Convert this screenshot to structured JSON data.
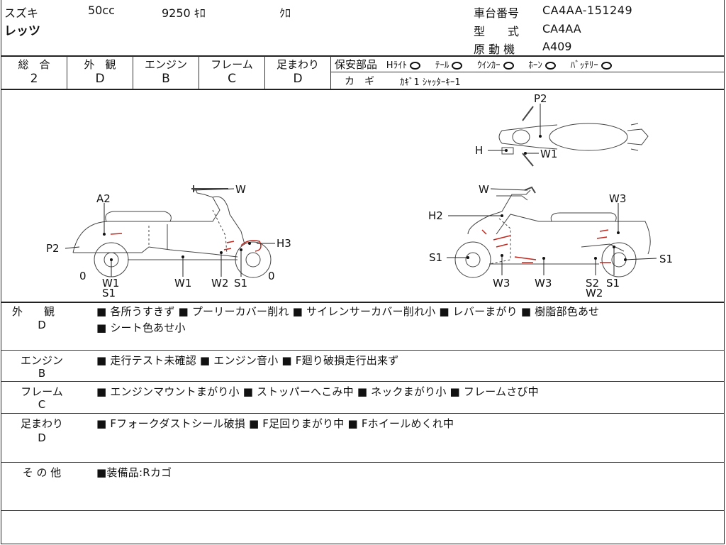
{
  "header": {
    "maker": "スズキ",
    "displacement": "50cc",
    "mileage": "9250 ｷﾛ",
    "color": "ｸﾛ",
    "model_name": "レッツ",
    "chassis_label": "車台番号",
    "chassis_value": "CA4AA-151249",
    "type_label": "型　　式",
    "type_value": "CA4AA",
    "engine_label": "原 動 機",
    "engine_value": "A409"
  },
  "grades": {
    "overall_label": "総　合",
    "overall_value": "2",
    "exterior_label": "外　観",
    "exterior_value": "D",
    "engine_label": "エンジン",
    "engine_value": "B",
    "frame_label": "フレーム",
    "frame_value": "C",
    "suspension_label": "足まわり",
    "suspension_value": "D"
  },
  "safety": {
    "label": "保安部品",
    "items": [
      {
        "name": "Hﾗｲﾄ",
        "mark": "○"
      },
      {
        "name": "ﾃｰﾙ",
        "mark": "○"
      },
      {
        "name": "ｳｲﾝｶｰ",
        "mark": "○"
      },
      {
        "name": "ﾎｰﾝ",
        "mark": "○"
      },
      {
        "name": "ﾊﾞｯﾃﾘｰ",
        "mark": "○"
      }
    ],
    "keys_label": "カ　ギ",
    "keys_value": "ｶｷﾞ1 ｼｬｯﾀｰｷｰ1"
  },
  "diagram": {
    "left_labels": {
      "a2": "A2",
      "p2": "P2",
      "w_top": "W",
      "h3": "H3",
      "zero_left": "0",
      "zero_right": "0",
      "w1_s1": "W1",
      "s1_under": "S1",
      "w1_mid": "W1",
      "w2": "W2",
      "s1": "S1"
    },
    "right_labels": {
      "w": "W",
      "w3_top": "W3",
      "h2": "H2",
      "s1_left": "S1",
      "s1_right": "S1",
      "w3_a": "W3",
      "w3_b": "W3",
      "s2": "S2",
      "s1_b": "S1",
      "w2": "W2"
    },
    "top_labels": {
      "p2": "P2",
      "h": "H",
      "w1": "W1"
    }
  },
  "sections": [
    {
      "label": "外　　観",
      "grade": "D",
      "lines": [
        "■ 各所うすきず ■ プーリーカバー削れ ■ サイレンサーカバー削れ小 ■ レバーまがり ■ 樹脂部色あせ",
        "■ シート色あせ小"
      ]
    },
    {
      "label": "エンジン",
      "grade": "B",
      "lines": [
        "■ 走行テスト未確認 ■ エンジン音小 ■ F廻り破損走行出来ず"
      ]
    },
    {
      "label": "フレーム",
      "grade": "C",
      "lines": [
        "■ エンジンマウントまがり小 ■ ストッパーへこみ中 ■ ネックまがり小 ■ フレームさび中"
      ]
    },
    {
      "label": "足まわり",
      "grade": "D",
      "lines": [
        "■ Fフォークダストシール破損 ■ F足回りまがり中 ■ Fホイールめくれ中"
      ]
    },
    {
      "label": "そ の 他",
      "grade": "",
      "lines": [
        "■装備品:Rカゴ"
      ]
    }
  ],
  "colors": {
    "damage_mark": "#c0281e",
    "line": "#222222"
  }
}
